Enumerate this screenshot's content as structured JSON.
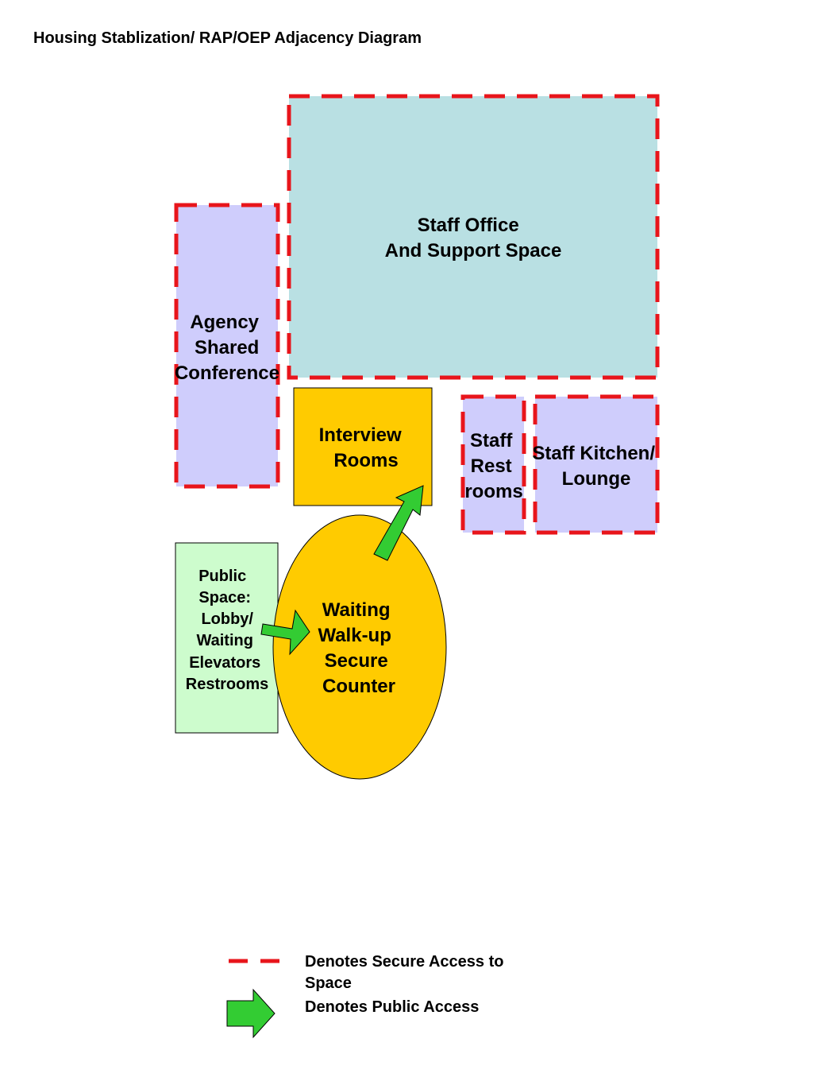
{
  "title": "Housing Stablization/ RAP/OEP Adjacency Diagram",
  "colors": {
    "staff_office_fill": "#b9e0e3",
    "lavender_fill": "#cfcdfc",
    "orange_fill": "#ffcb00",
    "public_fill": "#cdfccd",
    "secure_dash": "#e8151b",
    "arrow_fill": "#33cc33"
  },
  "spaces": {
    "staff_office": [
      "Staff Office",
      "And Support Space"
    ],
    "agency_conference": [
      "Agency",
      "Shared",
      "Conference"
    ],
    "interview_rooms": [
      "Interview",
      "Rooms"
    ],
    "staff_restrooms": [
      "Staff",
      "Rest",
      "rooms"
    ],
    "staff_kitchen": [
      "Staff Kitchen/",
      "Lounge"
    ],
    "public_space": [
      "Public",
      "Space:",
      "Lobby/",
      "Waiting",
      "Elevators",
      "Restrooms"
    ],
    "waiting_counter": [
      "Waiting",
      "Walk-up",
      "Secure",
      "Counter"
    ]
  },
  "legend": {
    "secure_access": [
      "Denotes Secure Access to",
      "Space"
    ],
    "public_access": "Denotes Public Access"
  }
}
